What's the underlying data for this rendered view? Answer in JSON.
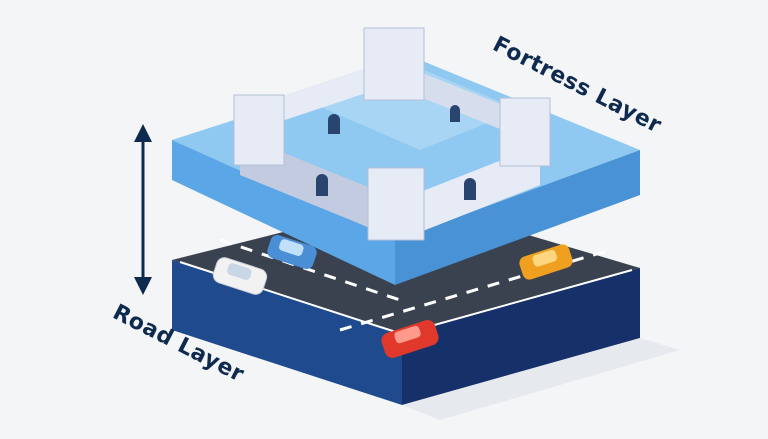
{
  "labels": {
    "fortress": "Fortress Layer",
    "road": "Road Layer"
  },
  "colors": {
    "background": "#f3f5f7",
    "fortress_top": "#8fc8f0",
    "fortress_side_left": "#5aa6e6",
    "fortress_side_right": "#4a92d6",
    "castle_wall": "#e6ebf5",
    "castle_shadow": "#c3cbe0",
    "road_top": "#3a4250",
    "road_side_left": "#1f3a78",
    "road_side_right": "#16306a",
    "lane_marking": "#ffffff",
    "arrow": "#0f2a4f",
    "label_text": "#0f2a4f",
    "car_blue": "#4a8fd6",
    "car_white": "#f2f2f2",
    "car_orange": "#f0a020",
    "car_red": "#e0392b"
  },
  "arrow": {
    "direction": "vertical-double"
  },
  "cars": [
    {
      "name": "blue car",
      "color": "#4a8fd6"
    },
    {
      "name": "white car",
      "color": "#f2f2f2"
    },
    {
      "name": "orange car",
      "color": "#f0a020"
    },
    {
      "name": "red car",
      "color": "#e0392b"
    }
  ]
}
